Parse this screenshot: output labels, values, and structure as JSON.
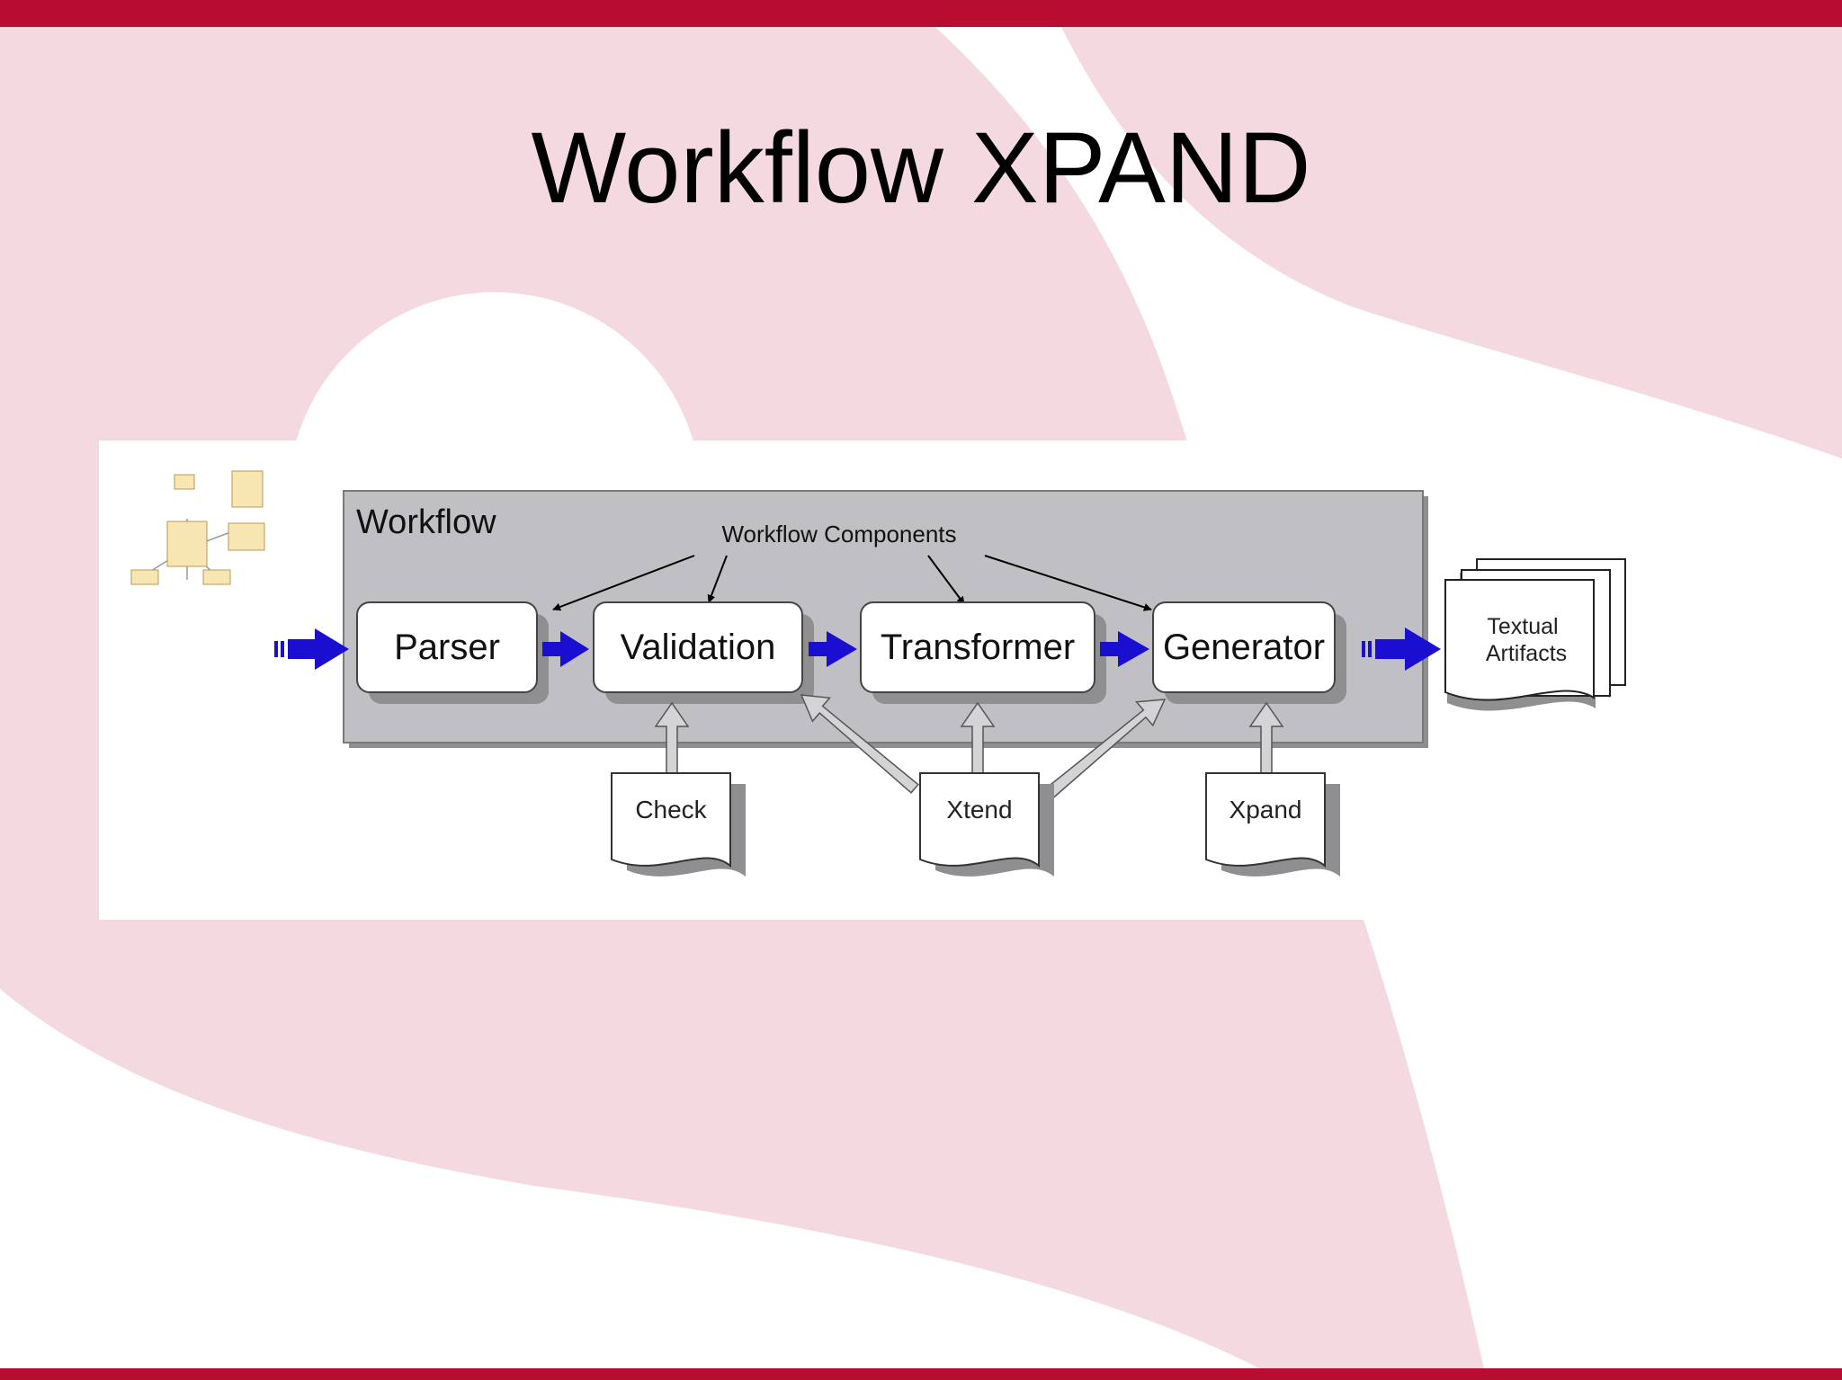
{
  "slide": {
    "title": "Workflow XPAND",
    "colors": {
      "accent_bar": "#b80c31",
      "background_pink": "#f5d9e1",
      "container_gray": "#c0bfc3",
      "arrow_blue": "#1a0fd1",
      "model_fill": "#f8e6b2"
    }
  },
  "diagram": {
    "container_label": "Workflow",
    "components_label": "Workflow Components",
    "components": [
      "Parser",
      "Validation",
      "Transformer",
      "Generator"
    ],
    "languages": [
      "Check",
      "Xtend",
      "Xpand"
    ],
    "output_line1": "Textual",
    "output_line2": "Artifacts",
    "input_model_icon": "uml-model-diagram-icon"
  }
}
